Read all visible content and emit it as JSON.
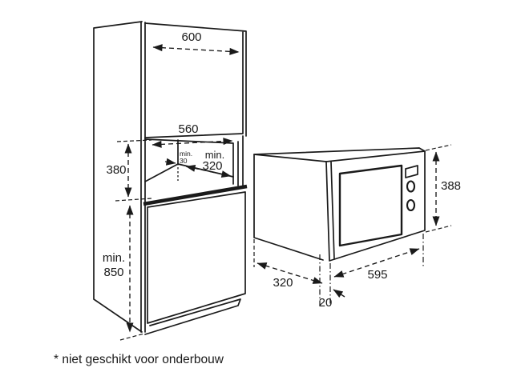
{
  "footnote": "* niet geschikt voor onderbouw",
  "colors": {
    "line": "#1a1a1a",
    "background": "#ffffff"
  },
  "cabinet": {
    "width_label": "600",
    "niche_width_label": "560",
    "niche_height_label": "380",
    "rear_min_label": "min.",
    "rear_min_value": "30",
    "depth_min_label": "min.",
    "depth_min_value": "320",
    "base_min_label": "min.",
    "base_min_value": "850"
  },
  "microwave": {
    "height_label": "388",
    "depth_label": "320",
    "width_label": "595",
    "frame_label": "20"
  }
}
